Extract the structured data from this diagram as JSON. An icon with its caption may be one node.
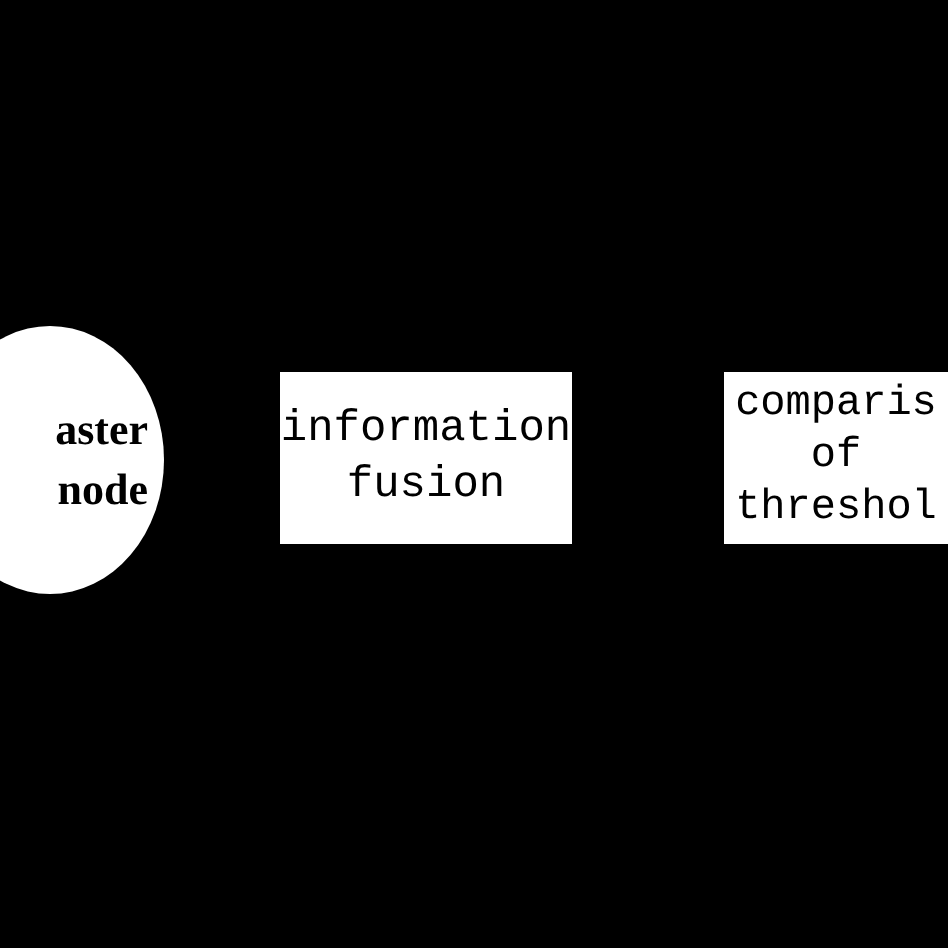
{
  "diagram": {
    "nodes": [
      {
        "text": [
          "aster node"
        ]
      },
      {
        "text": [
          "information fusion"
        ]
      },
      {
        "text": [
          "comparis of threshol"
        ]
      }
    ]
  }
}
